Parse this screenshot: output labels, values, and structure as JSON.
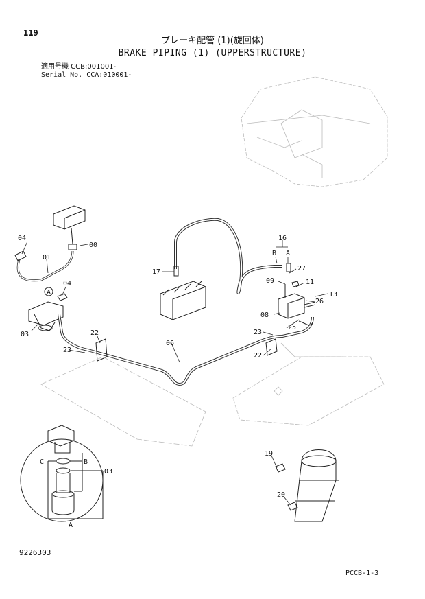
{
  "page_number": "119",
  "title_jp": "ブレーキ配管 (1)(旋回体)",
  "title_en": "BRAKE PIPING (1) (UPPERSTRUCTURE)",
  "serial_line1": "適用号機  CCB:001001-",
  "serial_line2": "Serial No. CCA:010001-",
  "drawing_number": "9226303",
  "page_ref": "PCCB-1-3",
  "callouts": {
    "c00": "00",
    "c01": "01",
    "c03a": "03",
    "c03b": "03",
    "c04a": "04",
    "c04b": "04",
    "c06": "06",
    "c08": "08",
    "c09": "09",
    "c11": "11",
    "c13": "13",
    "c16": "16",
    "c17": "17",
    "c19": "19",
    "c20": "20",
    "c22a": "22",
    "c22b": "22",
    "c23a": "23",
    "c23b": "23",
    "c25": "25",
    "c26": "26",
    "c27": "27",
    "A1": "A",
    "A2": "A",
    "A3": "A",
    "B1": "B",
    "B2": "B",
    "C1": "C"
  }
}
